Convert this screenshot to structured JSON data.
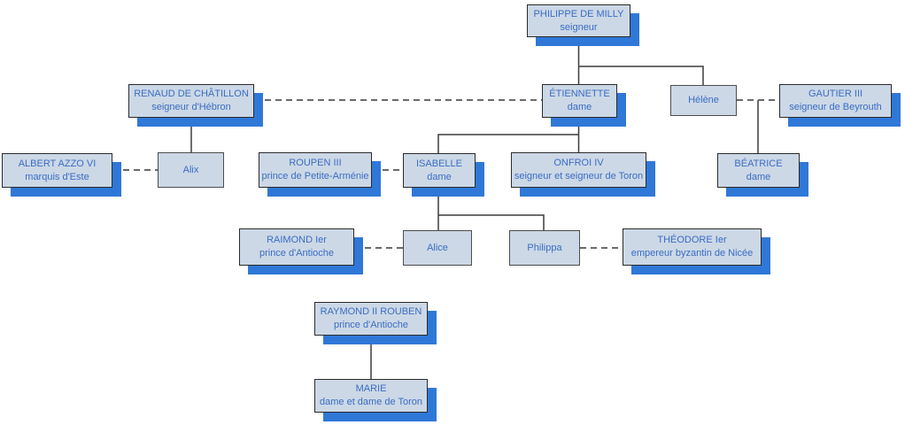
{
  "diagram": {
    "kind": "family-tree",
    "colors": {
      "node_fill": "#ccd8e6",
      "node_border": "#2b2b2b",
      "node_shadow": "#2f78d8",
      "text": "#3a6cc4",
      "line": "#3c3c3c",
      "background": "#ffffff"
    },
    "nodes": [
      {
        "id": "philippe",
        "name": "PHILIPPE DE MILLY",
        "title": "seigneur"
      },
      {
        "id": "renaud",
        "name": "RENAUD DE CHÂTILLON",
        "title": "seigneur d'Hébron"
      },
      {
        "id": "etiennette",
        "name": "ÉTIENNETTE",
        "title": "dame"
      },
      {
        "id": "helene",
        "name": "Hélène",
        "title": ""
      },
      {
        "id": "gautier",
        "name": "GAUTIER III",
        "title": "seigneur de Beyrouth"
      },
      {
        "id": "albert",
        "name": "ALBERT AZZO VI",
        "title": "marquis d'Este"
      },
      {
        "id": "alix",
        "name": "Alix",
        "title": ""
      },
      {
        "id": "roupen",
        "name": "ROUPEN III",
        "title": "prince de Petite-Arménie"
      },
      {
        "id": "isabelle",
        "name": "ISABELLE",
        "title": "dame"
      },
      {
        "id": "onfroi",
        "name": "ONFROI IV",
        "title": "seigneur et seigneur de Toron"
      },
      {
        "id": "beatrice",
        "name": "BÉATRICE",
        "title": "dame"
      },
      {
        "id": "raimond",
        "name": "RAIMOND Ier",
        "title": "prince d'Antioche"
      },
      {
        "id": "alice",
        "name": "Alice",
        "title": ""
      },
      {
        "id": "philippa",
        "name": "Philippa",
        "title": ""
      },
      {
        "id": "theodore",
        "name": "THÉODORE Ier",
        "title": "empereur byzantin de Nicée"
      },
      {
        "id": "raymond2",
        "name": "RAYMOND II ROUBEN",
        "title": "prince d'Antioche"
      },
      {
        "id": "marie",
        "name": "MARIE",
        "title": "dame et dame de Toron"
      }
    ]
  }
}
